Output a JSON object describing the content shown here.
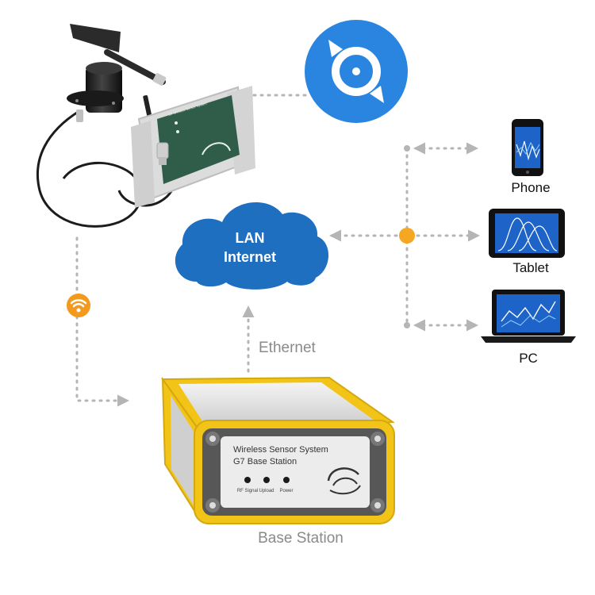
{
  "cloud": {
    "line1": "LAN",
    "line2": "Internet"
  },
  "devices": {
    "phone": "Phone",
    "tablet": "Tablet",
    "pc": "PC"
  },
  "ethernet_label": "Ethernet",
  "base_station": {
    "caption": "Base Station",
    "panel_line1": "Wireless  Sensor System",
    "panel_line2": "G7 Base Station",
    "led_labels": [
      "RF Signal",
      "Upload",
      "Power"
    ]
  },
  "icons": {
    "app": "compass-icon",
    "wireless": "wifi-icon",
    "hub": "network-hub-icon"
  },
  "colors": {
    "cloud_blue": "#1f6fc0",
    "app_blue": "#2a85e0",
    "hub_orange": "#f5a623",
    "wifi_orange": "#f39a1e",
    "frame_yellow": "#f2c417",
    "sensor_green": "#2f5d4a",
    "connector_gray": "#b5b5b5"
  }
}
